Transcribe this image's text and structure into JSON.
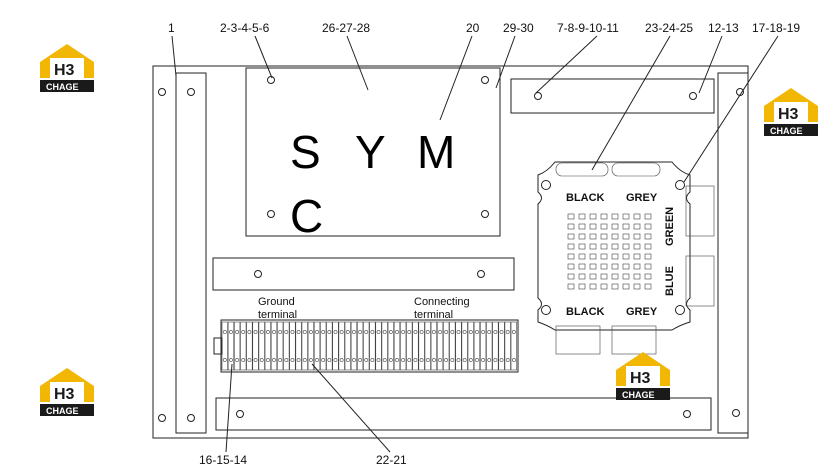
{
  "callouts": {
    "c1": "1",
    "c2": "2-3-4-5-6",
    "c3": "26-27-28",
    "c4": "20",
    "c5": "29-30",
    "c6": "7-8-9-10-11",
    "c7": "23-24-25",
    "c8": "12-13",
    "c9": "17-18-19",
    "c10": "16-15-14",
    "c11": "22-21"
  },
  "logo_word": "SYMC",
  "connector_labels": {
    "black_top": "BLACK",
    "grey_top": "GREY",
    "green": "GREEN",
    "blue": "BLUE",
    "black_bottom": "BLACK",
    "grey_bottom": "GREY"
  },
  "terminals": {
    "ground_l1": "Ground",
    "ground_l2": "terminal",
    "connect_l1": "Connecting",
    "connect_l2": "terminal"
  },
  "watermark": {
    "top": "H3",
    "bottom": "CHAGE",
    "accent": "#f2b705",
    "dark": "#1a1a1a"
  }
}
